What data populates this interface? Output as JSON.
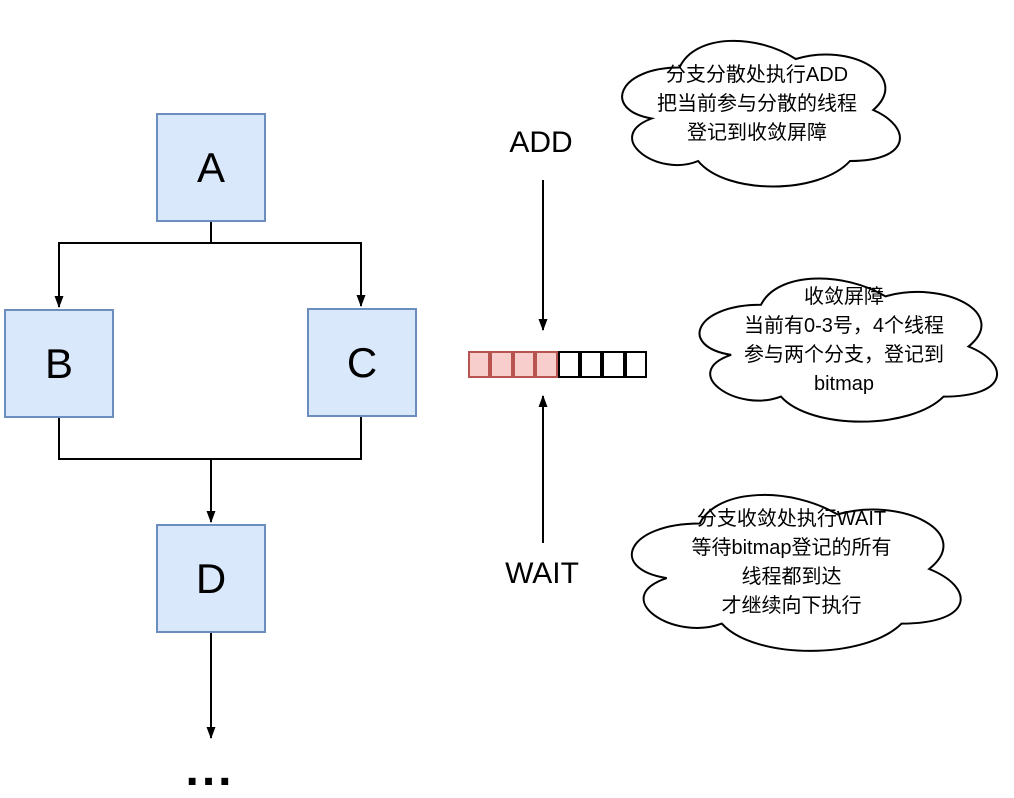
{
  "flowchart": {
    "nodes": [
      {
        "id": "A",
        "label": "A"
      },
      {
        "id": "B",
        "label": "B"
      },
      {
        "id": "C",
        "label": "C"
      },
      {
        "id": "D",
        "label": "D"
      }
    ],
    "ellipsis": "...",
    "node_fill": "#DAE8FC",
    "node_border": "#6C8EBF"
  },
  "barrier": {
    "add_label": "ADD",
    "wait_label": "WAIT",
    "bitmap": {
      "cells": [
        1,
        1,
        1,
        1,
        0,
        0,
        0,
        0
      ],
      "filled_fill": "#F8CECC",
      "filled_border": "#B85450",
      "empty_fill": "#FFFFFF",
      "empty_border": "#000000"
    }
  },
  "clouds": [
    {
      "id": "add-note",
      "lines": [
        "分支分散处执行ADD",
        "把当前参与分散的线程",
        "登记到收敛屏障"
      ]
    },
    {
      "id": "barrier-note",
      "lines": [
        "收敛屏障",
        "当前有0-3号，4个线程",
        "参与两个分支，登记到",
        "bitmap"
      ]
    },
    {
      "id": "wait-note",
      "lines": [
        "分支收敛处执行WAIT",
        "等待bitmap登记的所有",
        "线程都到达",
        "才继续向下执行"
      ]
    }
  ],
  "line_color": "#000000"
}
